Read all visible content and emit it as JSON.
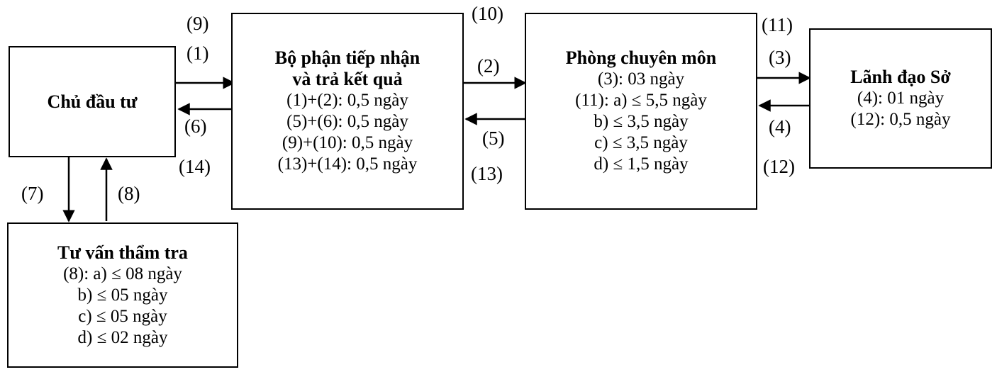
{
  "boxes": {
    "chu_dau_tu": {
      "title": "Chủ đầu tư"
    },
    "bo_phan": {
      "title_line1": "Bộ phận tiếp nhận",
      "title_line2": "và trả kết quả",
      "lines": [
        "(1)+(2): 0,5 ngày",
        "(5)+(6): 0,5 ngày",
        "(9)+(10): 0,5 ngày",
        "(13)+(14): 0,5 ngày"
      ]
    },
    "phong": {
      "title": "Phòng chuyên môn",
      "lines": [
        "(3): 03 ngày",
        "(11): a) ≤ 5,5 ngày",
        "b) ≤ 3,5 ngày",
        "c) ≤ 3,5 ngày",
        "d) ≤ 1,5 ngày"
      ]
    },
    "lanh_dao": {
      "title": "Lãnh đạo Sở",
      "lines": [
        "(4): 01 ngày",
        "(12): 0,5 ngày"
      ]
    },
    "tu_van": {
      "title": "Tư vấn thẩm tra",
      "lines": [
        "(8): a) ≤ 08 ngày",
        "b) ≤ 05 ngày",
        "c) ≤ 05 ngày",
        "d) ≤ 02 ngày"
      ]
    }
  },
  "labels": {
    "s9": "(9)",
    "s1": "(1)",
    "s6": "(6)",
    "s14": "(14)",
    "s10": "(10)",
    "s2": "(2)",
    "s5": "(5)",
    "s13": "(13)",
    "s11": "(11)",
    "s3": "(3)",
    "s4": "(4)",
    "s12": "(12)",
    "s7": "(7)",
    "s8": "(8)"
  }
}
